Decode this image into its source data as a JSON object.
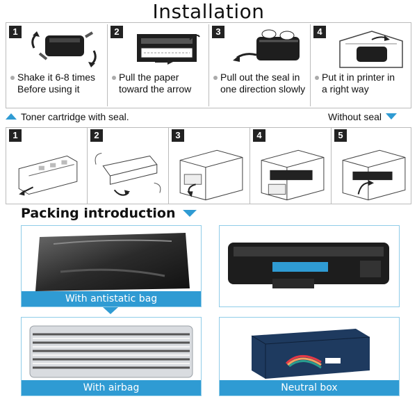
{
  "title": "Installation",
  "steps_top": [
    {
      "num": "1",
      "line1": "Shake it 6-8 times",
      "line2": "Before using it"
    },
    {
      "num": "2",
      "line1": "Pull the paper",
      "line2": "toward the arrow"
    },
    {
      "num": "3",
      "line1": "Pull out the seal in",
      "line2": "one direction slowly"
    },
    {
      "num": "4",
      "line1": "Put it in printer in",
      "line2": "a right way"
    }
  ],
  "notes": {
    "with_seal": "Toner cartridge with seal.",
    "without_seal": "Without seal"
  },
  "steps_bottom": [
    {
      "num": "1"
    },
    {
      "num": "2"
    },
    {
      "num": "3"
    },
    {
      "num": "4"
    },
    {
      "num": "5"
    }
  ],
  "packing": {
    "title": "Packing introduction",
    "antistatic": "With antistatic bag",
    "airbag": "With airbag",
    "neutral_box": "Neutral box"
  },
  "colors": {
    "accent": "#2f9bd3",
    "border": "#8fcce8"
  }
}
